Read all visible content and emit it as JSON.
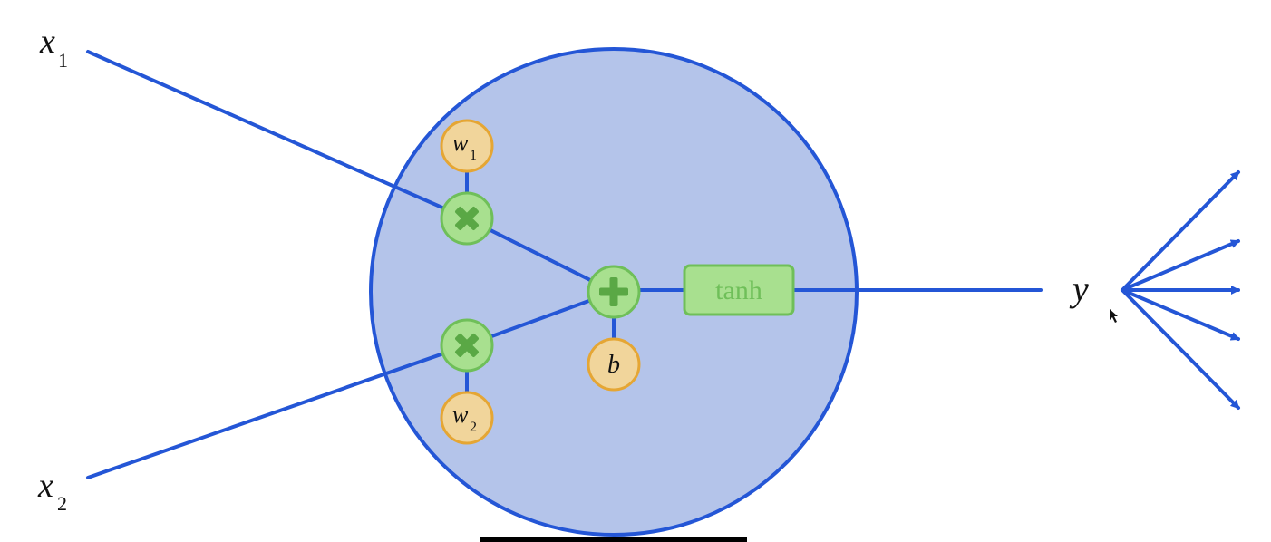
{
  "diagram": {
    "inputs": [
      {
        "var": "x",
        "sub": "1"
      },
      {
        "var": "x",
        "sub": "2"
      }
    ],
    "weights": [
      {
        "var": "w",
        "sub": "1"
      },
      {
        "var": "w",
        "sub": "2"
      }
    ],
    "bias": {
      "var": "b"
    },
    "multiply_nodes": [
      "multiply",
      "multiply"
    ],
    "sum_node": "add",
    "activation": "tanh",
    "output": {
      "var": "y"
    },
    "output_fanout_count": 5
  },
  "colors": {
    "neuron_fill": "#b4c4ea",
    "neuron_stroke": "#2456d6",
    "wire": "#2456d6",
    "op_fill": "#a8e08f",
    "op_stroke": "#6fbf59",
    "op_symbol": "#5aa845",
    "param_fill": "#f1d59b",
    "param_stroke": "#e5a634",
    "base_bar": "#000000"
  }
}
